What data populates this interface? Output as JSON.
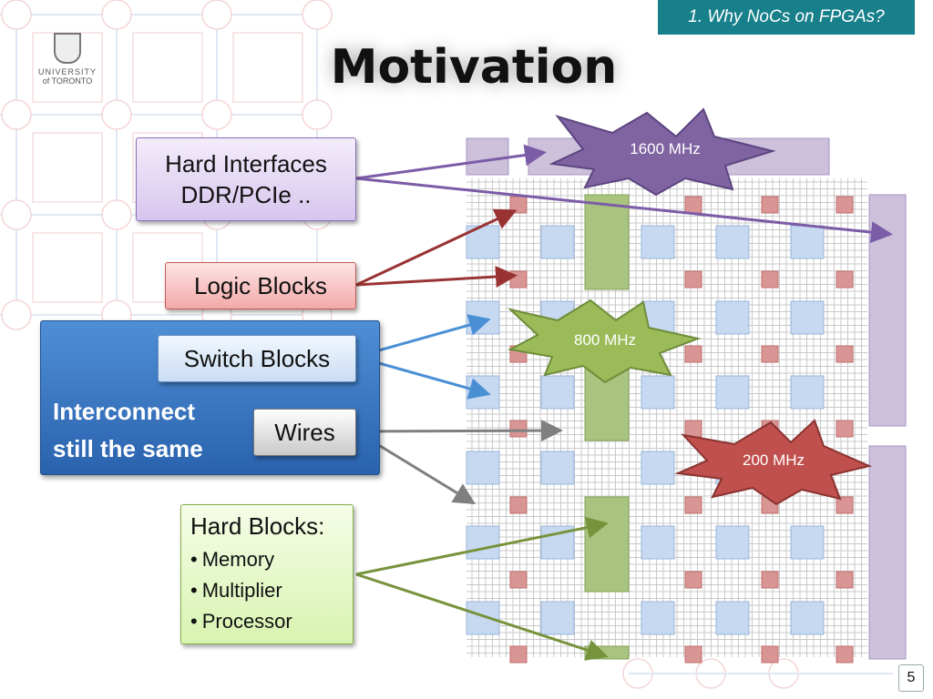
{
  "section_tag": "1. Why NoCs on FPGAs?",
  "title": "Motivation",
  "logo": {
    "line1": "UNIVERSITY",
    "line2": "of TORONTO"
  },
  "callouts": {
    "hard_interfaces": {
      "line1": "Hard Interfaces",
      "line2": "DDR/PCIe .."
    },
    "logic_blocks": "Logic Blocks",
    "switch_blocks": "Switch  Blocks",
    "wires": "Wires",
    "interconnect": {
      "line1": "Interconnect",
      "line2": "still the same"
    },
    "hard_blocks": {
      "title": "Hard Blocks:",
      "items": [
        "Memory",
        "Multiplier",
        "Processor"
      ]
    }
  },
  "frequencies": {
    "interfaces": "1600 MHz",
    "hard_blocks": "800 MHz",
    "interconnect": "200 MHz"
  },
  "page_number": "5",
  "colors": {
    "accent_teal": "#17808a",
    "purple": "#7b5ca7",
    "red": "#993333",
    "blue": "#4a8fd4",
    "gray": "#7f7f7f",
    "green": "#77933c",
    "switch_block": "#c6d9f1",
    "logic_block": "#d99594",
    "hard_block": "#a9c47f",
    "interface": "#ccc0da"
  }
}
